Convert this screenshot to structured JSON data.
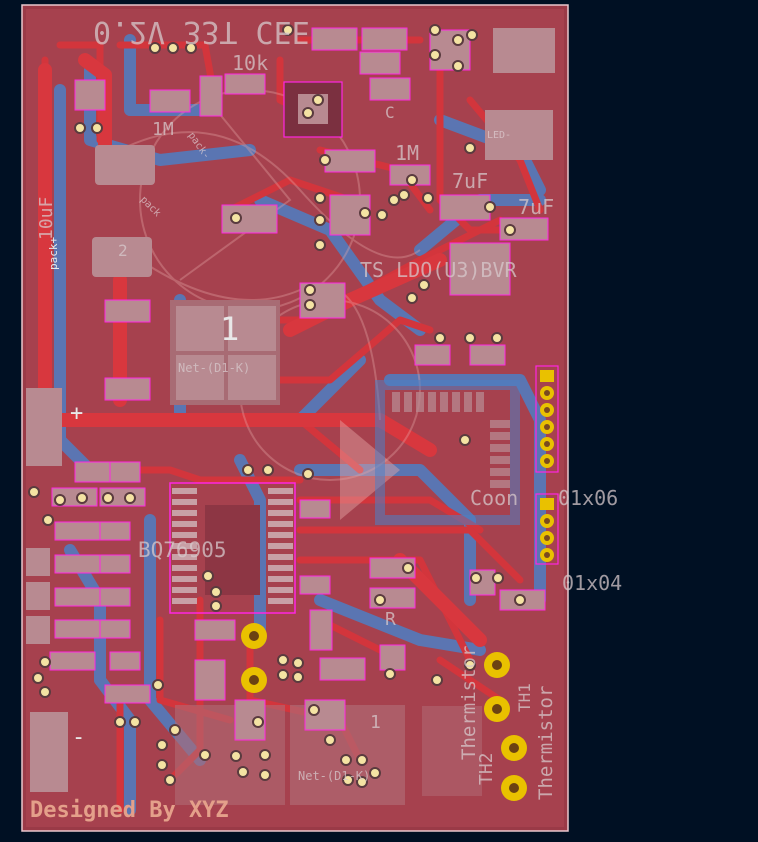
{
  "board": {
    "background": "#001023",
    "copper_top": "#d3353c",
    "copper_bottom": "#4d7fc4",
    "fill_zone": "#a6414e",
    "pad": "#b88a91",
    "via": "#f4e3a3",
    "courtyard": "#ff26e2"
  },
  "silkscreen": {
    "top_mirrored": "0.2V 33T CEE",
    "designed_by": "Designed By XYZ",
    "lbl_10k": "10k",
    "lbl_1M_a": "1M",
    "lbl_1M_b": "1M",
    "lbl_7uF": "7uF",
    "lbl_7uF_b": "7uF",
    "lbl_10uF": "10uF",
    "lbl_pack_plus": "pack+",
    "lbl_pack_minus_a": "pack-",
    "lbl_pack_b": "pack",
    "lbl_led_minus": "LED-",
    "lbl_ldo": "TS LDO(U3)BVR",
    "lbl_coon": "Coon",
    "lbl_1x06": "01x06",
    "lbl_1x04": "01x04",
    "lbl_bq": "BQ76905",
    "lbl_thermistor_a": "Thermistor",
    "lbl_thermistor_b": "Thermistor",
    "lbl_th1": "TH1",
    "lbl_th2": "TH2",
    "lbl_r": "R",
    "lbl_1": "1",
    "lbl_2": "2",
    "lbl_net": "Net-(D1-K)",
    "lbl_net_short": "Net-(D1-K)",
    "lbl_c": "C",
    "lbl_plus": "+",
    "lbl_minus": "-"
  }
}
